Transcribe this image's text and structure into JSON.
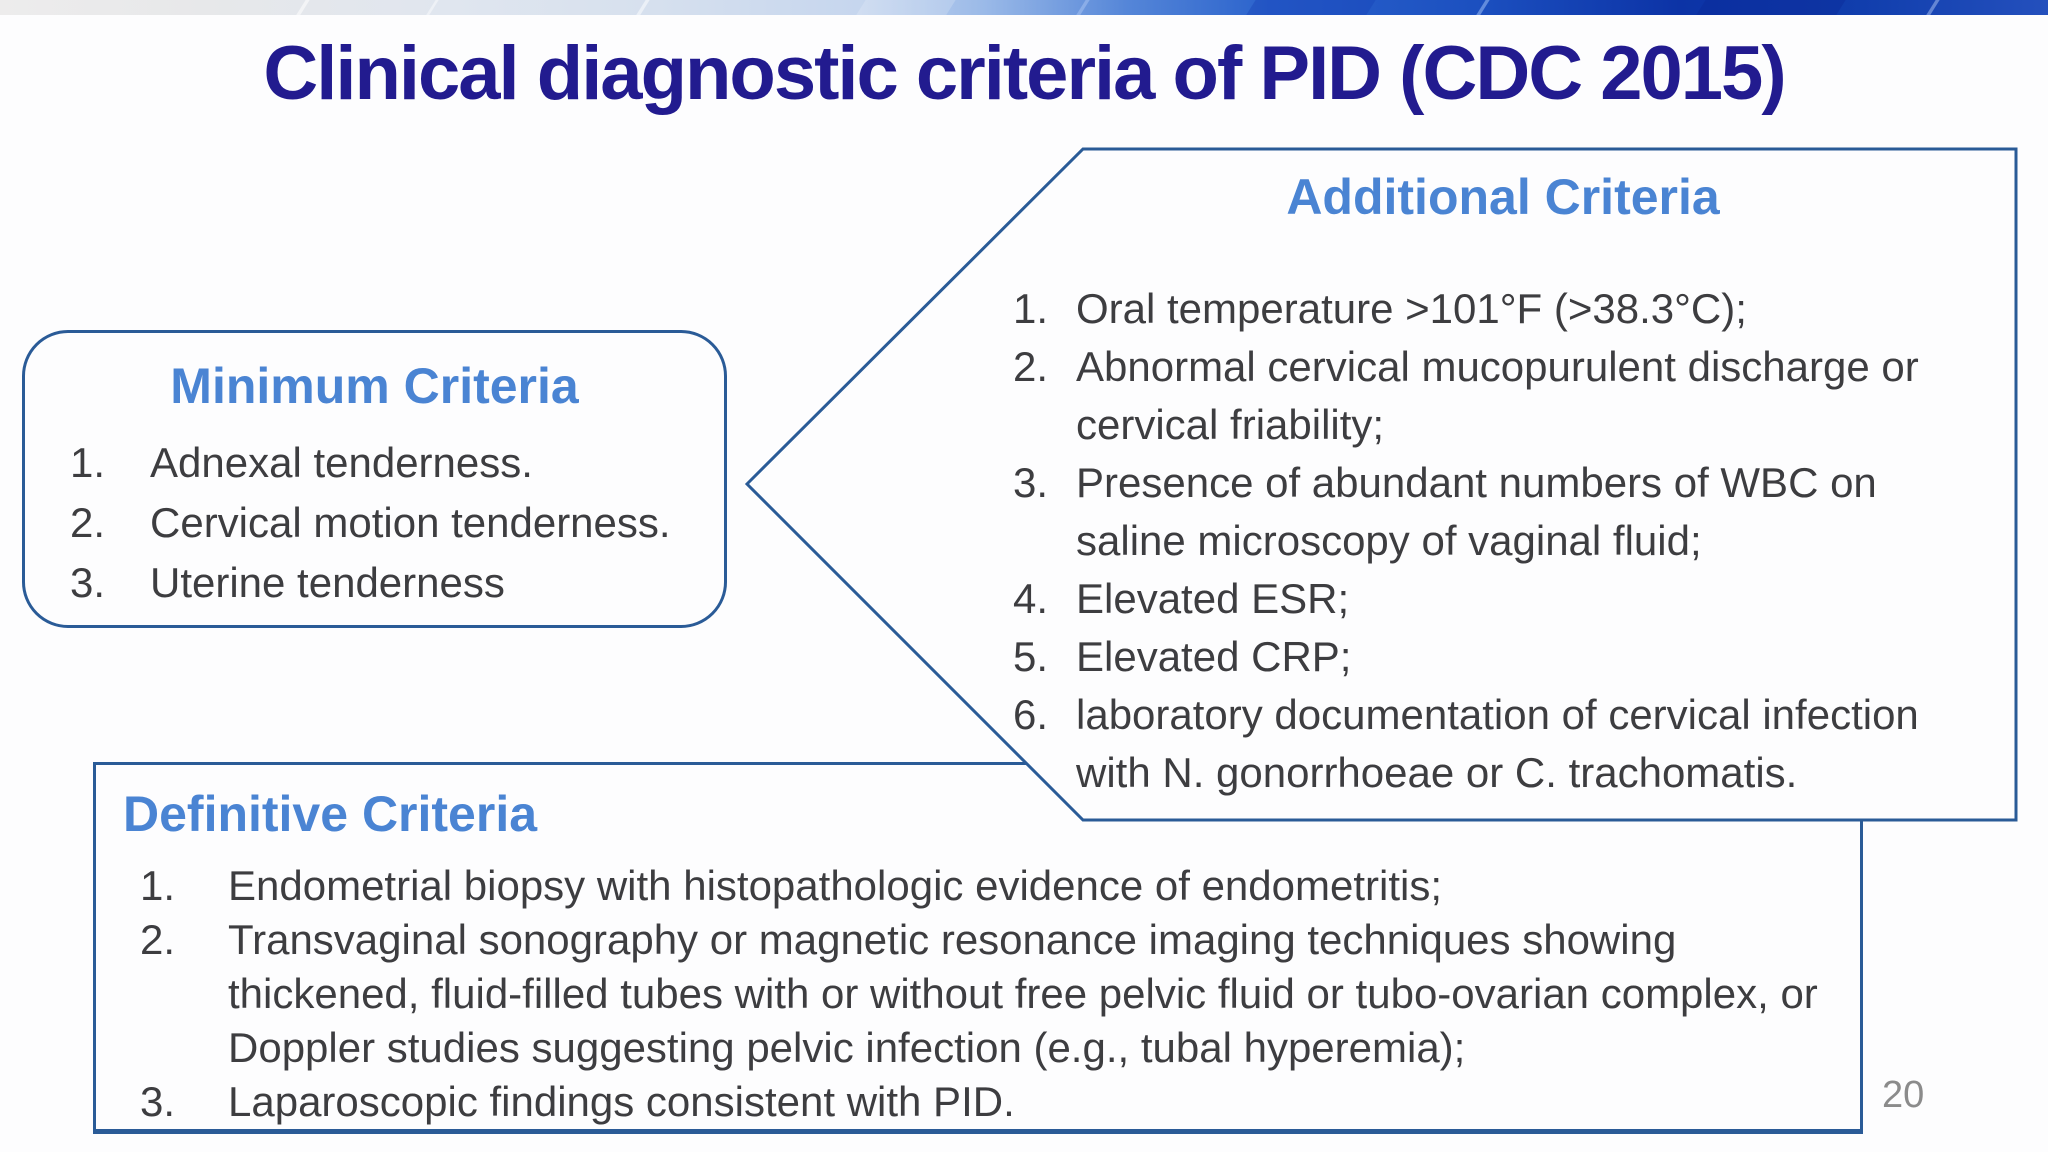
{
  "slide": {
    "title": "Clinical diagnostic criteria of PID (CDC 2015)",
    "page_number": "20",
    "colors": {
      "title_text": "#221b8f",
      "section_heading": "#4a84d3",
      "body_text": "#3d3d40",
      "box_border": "#2a5b97",
      "band_dark_blue": "#0c33a6",
      "band_mid_blue": "#2a62cc",
      "band_light": "#edecec",
      "page_number": "#8b8b8b"
    }
  },
  "minimum_criteria": {
    "heading": "Minimum Criteria",
    "items": [
      "Adnexal tenderness.",
      "Cervical motion tenderness.",
      "Uterine tenderness"
    ]
  },
  "additional_criteria": {
    "heading": "Additional Criteria",
    "items": [
      "Oral temperature >101°F (>38.3°C);",
      "Abnormal cervical mucopurulent discharge or cervical friability;",
      "Presence of abundant numbers of WBC on saline microscopy of vaginal fluid;",
      "Elevated ESR;",
      "Elevated CRP;",
      "laboratory documentation of cervical infection with N. gonorrhoeae or C. trachomatis."
    ]
  },
  "definitive_criteria": {
    "heading": "Definitive Criteria",
    "items": [
      "Endometrial biopsy with histopathologic evidence of endometritis;",
      "Transvaginal sonography or magnetic resonance imaging techniques showing thickened, fluid-filled tubes with or without free pelvic fluid or tubo-ovarian complex, or Doppler studies suggesting pelvic infection (e.g., tubal hyperemia);",
      "Laparoscopic findings consistent with PID."
    ]
  }
}
